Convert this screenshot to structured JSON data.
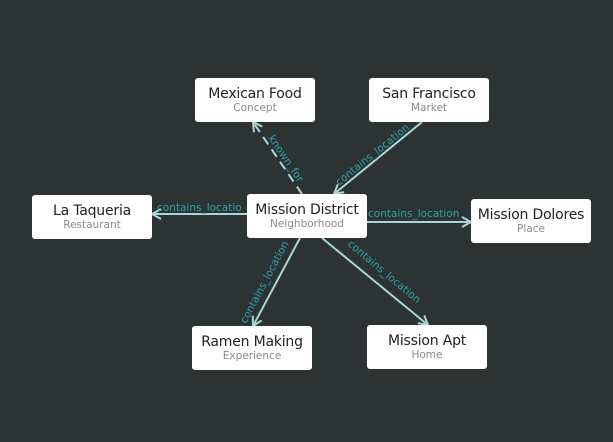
{
  "colors": {
    "background": "#2d3233",
    "edge_line": "#a8d8d6",
    "edge_label": "#2aa3a8",
    "node_fill": "#ffffff",
    "node_title": "#222222",
    "node_type": "#8a8a8a"
  },
  "nodes": [
    {
      "id": "mission_district",
      "title": "Mission District",
      "type": "Neighborhood"
    },
    {
      "id": "mexican_food",
      "title": "Mexican Food",
      "type": "Concept"
    },
    {
      "id": "san_francisco",
      "title": "San Francisco",
      "type": "Market"
    },
    {
      "id": "la_taqueria",
      "title": "La Taqueria",
      "type": "Restaurant"
    },
    {
      "id": "mission_dolores",
      "title": "Mission Dolores",
      "type": "Place"
    },
    {
      "id": "ramen_making",
      "title": "Ramen Making",
      "type": "Experience"
    },
    {
      "id": "mission_apt",
      "title": "Mission Apt",
      "type": "Home"
    }
  ],
  "edges": [
    {
      "from": "mission_district",
      "to": "mexican_food",
      "label": "known_for",
      "style": "dashed"
    },
    {
      "from": "san_francisco",
      "to": "mission_district",
      "label": "contains_location",
      "style": "solid"
    },
    {
      "from": "mission_district",
      "to": "la_taqueria",
      "label": "contains_locatio",
      "style": "solid"
    },
    {
      "from": "mission_district",
      "to": "mission_dolores",
      "label": "contains_location",
      "style": "solid"
    },
    {
      "from": "mission_district",
      "to": "ramen_making",
      "label": "contains_location",
      "style": "solid"
    },
    {
      "from": "mission_district",
      "to": "mission_apt",
      "label": "contains_location",
      "style": "solid"
    }
  ]
}
